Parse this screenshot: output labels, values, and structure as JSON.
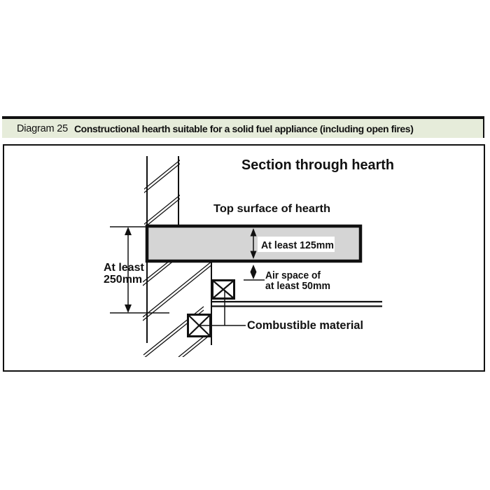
{
  "header": {
    "diagram_label": "Diagram 25",
    "title": "Constructional hearth suitable for a solid fuel appliance (including open fires)"
  },
  "diagram": {
    "section_title": "Section through hearth",
    "labels": {
      "top_surface": "Top surface of hearth",
      "hearth_thickness": "At least 125mm",
      "hearth_depth_line1": "At least",
      "hearth_depth_line2": "250mm",
      "air_space_line1": "Air space of",
      "air_space_line2": "at least 50mm",
      "combustible": "Combustible material"
    }
  },
  "colors": {
    "header_bg": "#e6ecda",
    "hearth_fill": "#d5d5d5",
    "line": "#111111"
  }
}
